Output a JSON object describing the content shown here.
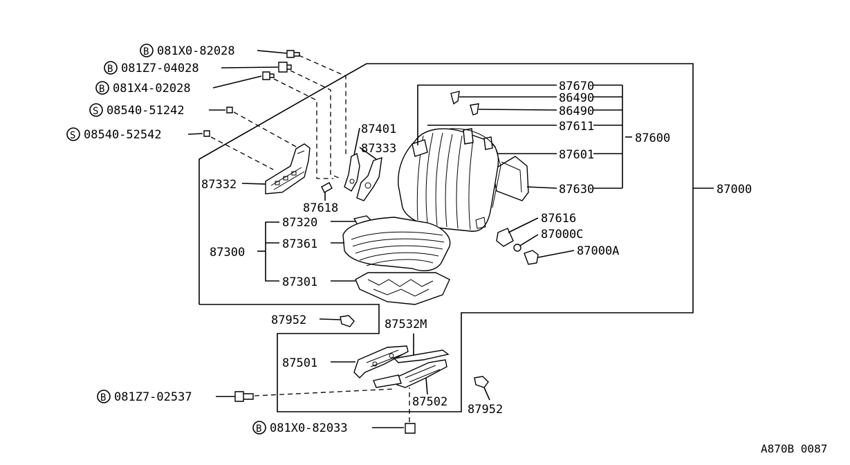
{
  "labels": {
    "b_081x0_82028": "081X0-82028",
    "b_081z7_04028": "081Z7-04028",
    "b_081x4_02028": "081X4-02028",
    "s_08540_51242": "08540-51242",
    "s_08540_52542": "08540-52542",
    "p87332": "87332",
    "p87401": "87401",
    "p87333": "87333",
    "p87618": "87618",
    "p87670": "87670",
    "p86490a": "86490",
    "p86490b": "86490",
    "p87611": "87611",
    "p87600": "87600",
    "p87601": "87601",
    "p87630": "87630",
    "p87000": "87000",
    "p87616": "87616",
    "p87000c": "87000C",
    "p87000a": "87000A",
    "p87320": "87320",
    "p87300": "87300",
    "p87361": "87361",
    "p87301": "87301",
    "p87952a": "87952",
    "p87532m": "87532M",
    "p87501": "87501",
    "p87502": "87502",
    "p87952b": "87952",
    "b_081z7_02537": "081Z7-02537",
    "b_081x0_82033": "081X0-82033",
    "drawing_code": "A870B 0087"
  },
  "markers": {
    "bolt": "B",
    "screw": "S"
  }
}
